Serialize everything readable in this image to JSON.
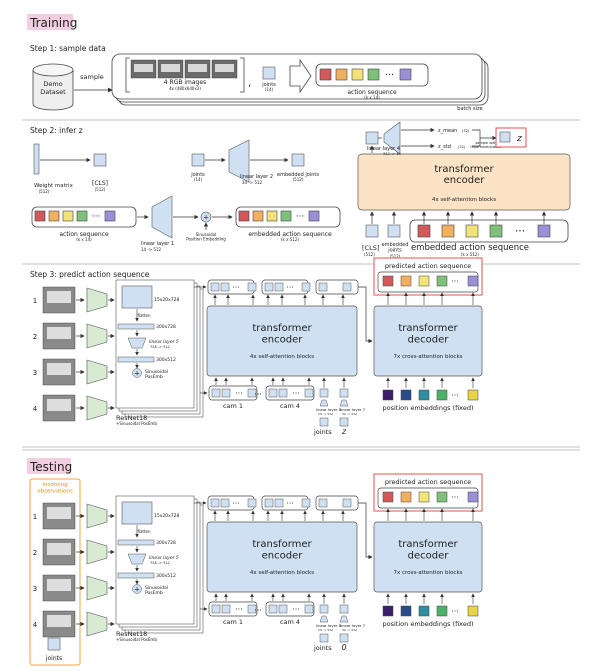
{
  "colors": {
    "section_bg": "#f2cfe0",
    "box_blue": "#cfe0f2",
    "box_blue_stroke": "#555555",
    "encoder_orange": "#fde3c6",
    "trapezoid_green": "#d8ead2",
    "highlight_red": "#e05050",
    "obs_orange": "#f0a53a",
    "action_colors": [
      "#d05959",
      "#f0b060",
      "#f2e27a",
      "#7fc07a",
      "#9b8fd6"
    ],
    "pos_colors": [
      "#3b1f6b",
      "#2a4a8a",
      "#2f8fa0",
      "#4fb06a",
      "#e8d24a"
    ]
  },
  "training": {
    "title": "Training",
    "step1": {
      "title": "Step 1: sample data",
      "dataset_label": "Demo\nDataset",
      "arrow_label": "sample",
      "images_label": "4 RGB images",
      "images_sub": "4x (480x640x3)",
      "comma": ",",
      "joints_label": "joints",
      "joints_sub": "(14)",
      "action_label": "action sequence",
      "action_sub": "(k x 14)",
      "batch_label": "batch size"
    },
    "step2": {
      "title": "Step 2: infer z",
      "weight_label": "Weight matrix",
      "weight_sub": "(512)",
      "cls_label": "[CLS]",
      "cls_sub": "(512)",
      "joints_label": "joints",
      "joints_sub": "(14)",
      "linear2_label": "linear layer 2",
      "linear2_sub": "14 -> 512",
      "embedded_joints_label": "embedded joints",
      "embedded_joints_sub": "(512)",
      "action_label": "action sequence",
      "action_sub": "(k x 14)",
      "linear1_label": "linear layer 1",
      "linear1_sub": "14 -> 512",
      "sinusoidal_label": "Sinusoidal\nPosition Embedding",
      "embedded_action_label": "embedded action sequence",
      "embedded_action_sub": "(k x 512)",
      "linear4_label": "linear layer 4",
      "linear4_sub": "512 -> 64",
      "zmean_label": "z_mean",
      "zmean_sub": "(32)",
      "zstd_label": "z_std",
      "zstd_sub": "(32)",
      "sample_label": "sample with\nreparametrization",
      "z_symbol": "z",
      "encoder_title": "transformer\nencoder",
      "encoder_sub": "4x self-attention blocks",
      "cls_bottom": "[CLS]",
      "cls_bottom_sub": "(512)",
      "emb_joints_bottom": "embedded\njoints",
      "emb_joints_bottom_sub": "(512)",
      "emb_action_bottom": "embedded action sequence",
      "emb_action_bottom_sub": "(k x 512)"
    },
    "step3": {
      "title": "Step 3: predict action sequence",
      "cam_numbers": [
        "1",
        "2",
        "3",
        "4"
      ],
      "feat1": "15x20x728",
      "flatten": "flatten",
      "feat2": "300x728",
      "linear5": "linear layer 5",
      "linear5_sub": "728 -> 512",
      "feat3": "300x512",
      "sinusoidal": "Sinusoidal\nPosEmb",
      "resnet": "ResNet18",
      "resnet_sub": "+Sinusoidal PosEmb",
      "encoder_title": "transformer\nencoder",
      "encoder_sub": "4x self-attention blocks",
      "cam1": "cam 1",
      "cam4": "cam 4",
      "linear6": "linear layer 6",
      "linear6_sub": "14 -> 512",
      "linear7": "linear layer 7",
      "linear7_sub": "32 -> 512",
      "joints": "joints",
      "z_symbol": "z",
      "predicted": "predicted action sequence",
      "decoder_title": "transformer\ndecoder",
      "decoder_sub": "7x cross-attention blocks",
      "pos_emb": "position embeddings (fixed)"
    }
  },
  "testing": {
    "title": "Testing",
    "incoming": "incoming\nobservations",
    "joints": "joints",
    "cam_numbers": [
      "1",
      "2",
      "3",
      "4"
    ],
    "feat1": "15x20x728",
    "flatten": "flatten",
    "feat2": "300x728",
    "linear5": "linear layer 5",
    "linear5_sub": "728 -> 512",
    "feat3": "300x512",
    "sinusoidal": "Sinusoidal\nPosEmb",
    "resnet": "ResNet18",
    "resnet_sub": "+Sinusoidal PosEmb",
    "encoder_title": "transformer\nencoder",
    "encoder_sub": "4x self-attention blocks",
    "cam1": "cam 1",
    "cam4": "cam 4",
    "linear6": "linear layer 6",
    "linear6_sub": "14 -> 512",
    "linear7": "linear layer 7",
    "linear7_sub": "32 -> 512",
    "joints_bottom": "joints",
    "zero_symbol": "0",
    "predicted": "predicted action sequence",
    "decoder_title": "transformer\ndecoder",
    "decoder_sub": "7x cross-attention blocks",
    "pos_emb": "position embeddings (fixed)"
  }
}
